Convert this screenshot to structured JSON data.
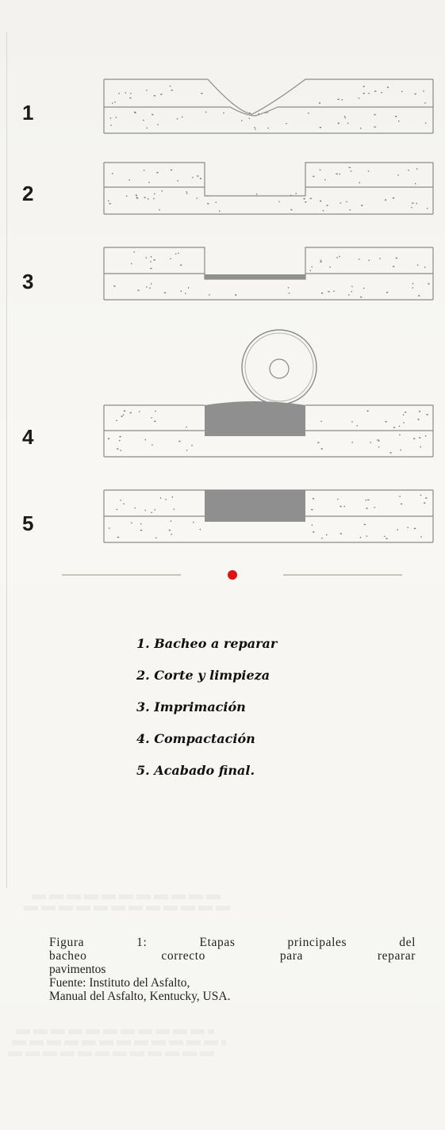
{
  "steps": [
    "1",
    "2",
    "3",
    "4",
    "5"
  ],
  "legend": {
    "items": [
      "1. Bacheo a reparar",
      "2. Corte y limpieza",
      "3. Imprimación",
      "4. Compactación",
      "5. Acabado final."
    ]
  },
  "caption": {
    "line1": "Figura 1: Etapas principales del",
    "line2": "bacheo correcto para reparar",
    "line3": "pavimentos",
    "line4": "Fuente: Instituto del Asfalto,",
    "line5": "Manual del Asfalto, Kentucky, USA."
  },
  "colors": {
    "road_line": "#8a8a8a",
    "patch_fill": "#8f8f8f",
    "accent_dot": "#e0130f"
  }
}
